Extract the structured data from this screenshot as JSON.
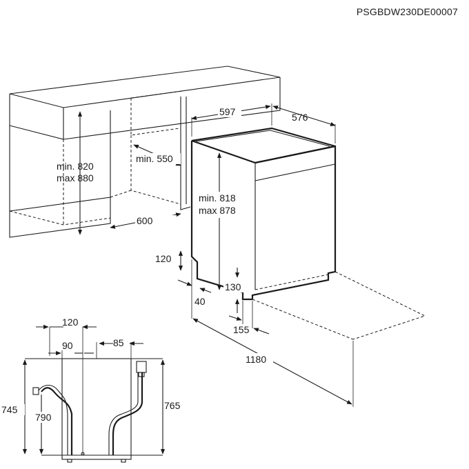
{
  "reference_code": "PSGBDW230DE00007",
  "labels": {
    "niche_height_min": "min. 820",
    "niche_height_max": "max 880",
    "niche_depth": "min. 550",
    "niche_width": "600",
    "appliance_width": "597",
    "appliance_depth": "576",
    "appliance_height_min": "min. 818",
    "appliance_height_max": "max 878",
    "plinth_height": "120",
    "plinth_offset": "40",
    "plinth_clearance": "130",
    "plinth_depth": "155",
    "overall_depth": "1180",
    "rear_offset_a": "120",
    "rear_offset_b": "90",
    "rear_offset_c": "85",
    "hose_height_a": "745",
    "hose_height_b": "790",
    "hose_height_c": "765"
  }
}
